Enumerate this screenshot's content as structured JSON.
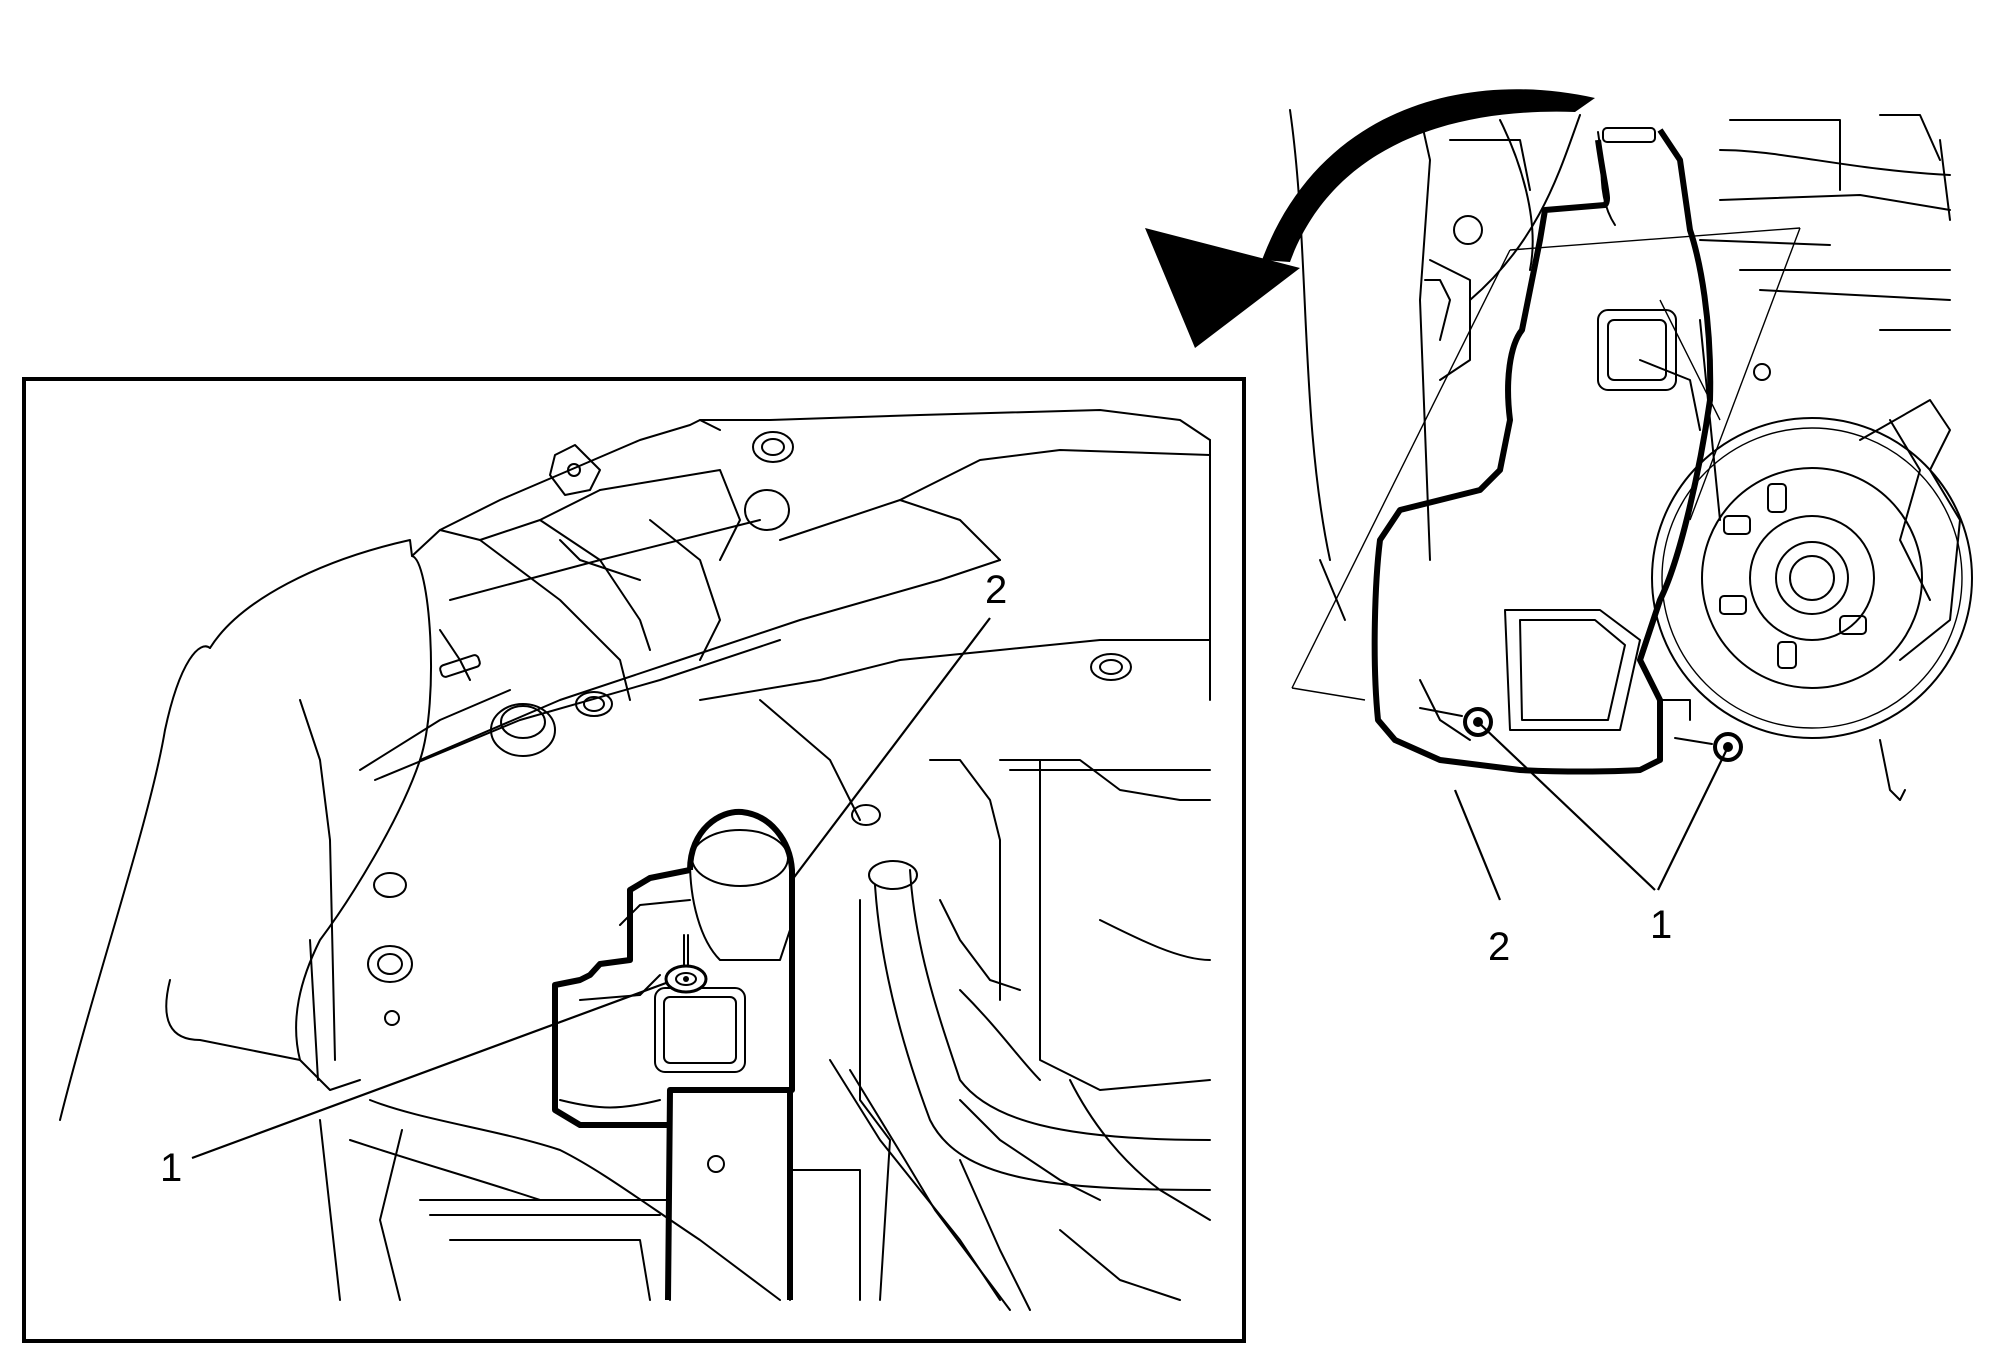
{
  "diagram": {
    "callouts": {
      "detail_fastener": "1",
      "detail_reservoir": "2",
      "overview_nuts": "1",
      "overview_reservoir": "2"
    },
    "colors": {
      "line": "#000000",
      "background": "#ffffff"
    }
  }
}
